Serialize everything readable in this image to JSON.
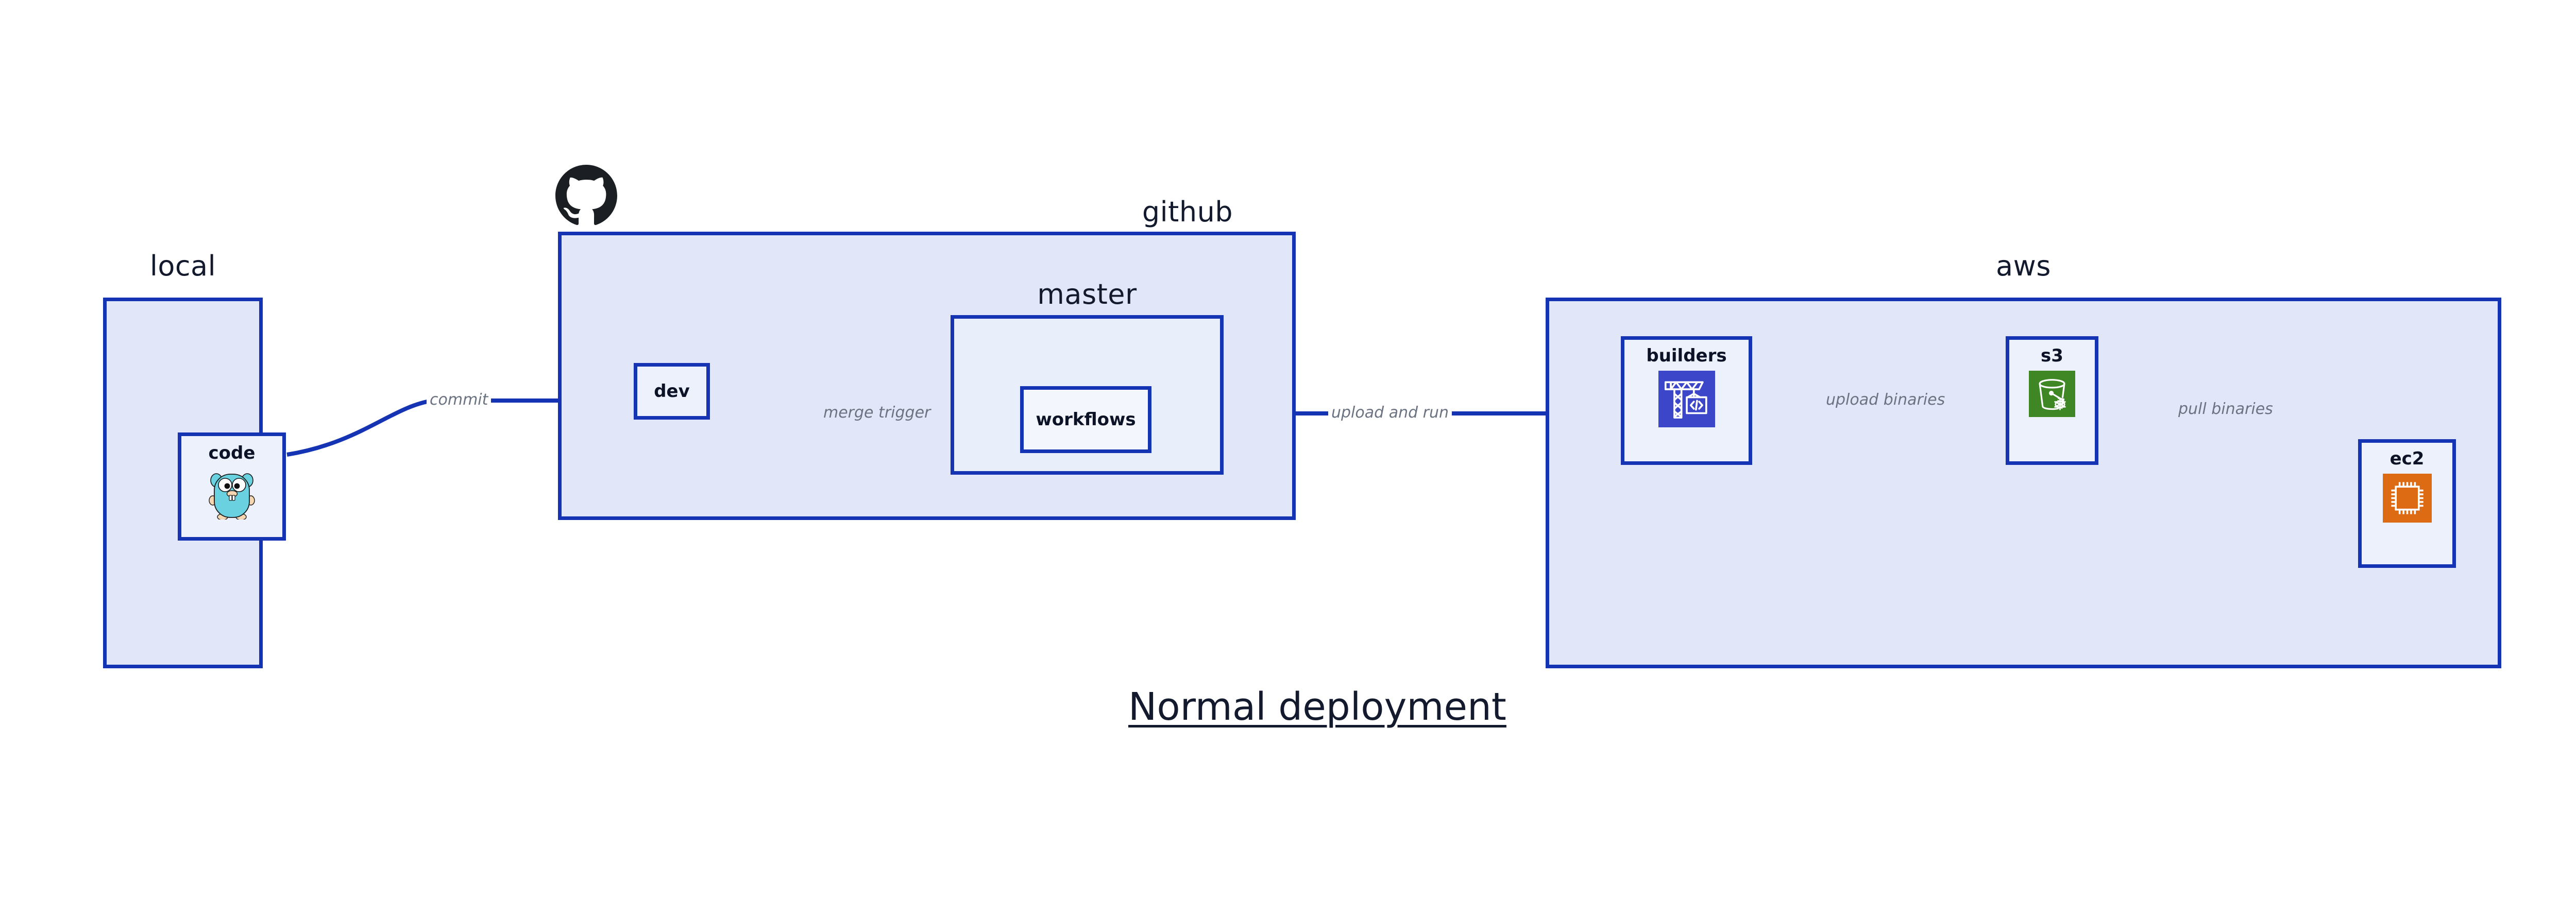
{
  "diagram": {
    "title": "Normal deployment",
    "colors": {
      "group_fill": "#e1e6f8",
      "group_fill_nested": "#e9eefb",
      "node_fill": "#edf1fc",
      "border_blue": "#1434b4",
      "edge_blue": "#1434b4",
      "edge_label_gray": "#6b7280",
      "label_navy": "#141a2e",
      "builders_icon_bg": "#3c46c8",
      "s3_icon_bg": "#3f8624",
      "ec2_icon_bg": "#dd6b13",
      "gopher_cyan": "#69d1e0",
      "github_black": "#1b1f23"
    }
  },
  "groups": [
    {
      "id": "local",
      "label": "local"
    },
    {
      "id": "github",
      "label": "github"
    },
    {
      "id": "master",
      "label": "master"
    },
    {
      "id": "aws",
      "label": "aws"
    }
  ],
  "nodes": [
    {
      "id": "code",
      "label": "code",
      "icon": "go-gopher-icon"
    },
    {
      "id": "dev",
      "label": "dev",
      "icon": null
    },
    {
      "id": "workflows",
      "label": "workflows",
      "icon": null
    },
    {
      "id": "builders",
      "label": "builders",
      "icon": "crane-code-icon"
    },
    {
      "id": "s3",
      "label": "s3",
      "icon": "s3-bucket-icon"
    },
    {
      "id": "ec2",
      "label": "ec2",
      "icon": "cpu-chip-icon"
    }
  ],
  "edges": [
    {
      "id": "commit",
      "label": "commit",
      "from": "code",
      "to": "dev"
    },
    {
      "id": "merge-trigger",
      "label": "merge trigger",
      "from": "dev",
      "to": "workflows"
    },
    {
      "id": "upload-and-run",
      "label": "upload and run",
      "from": "workflows",
      "to": "builders"
    },
    {
      "id": "upload-binaries",
      "label": "upload binaries",
      "from": "builders",
      "to": "s3"
    },
    {
      "id": "pull-binaries",
      "label": "pull binaries",
      "from": "s3",
      "to": "ec2"
    }
  ],
  "icons": {
    "github_logo": "github-octocat-icon"
  }
}
